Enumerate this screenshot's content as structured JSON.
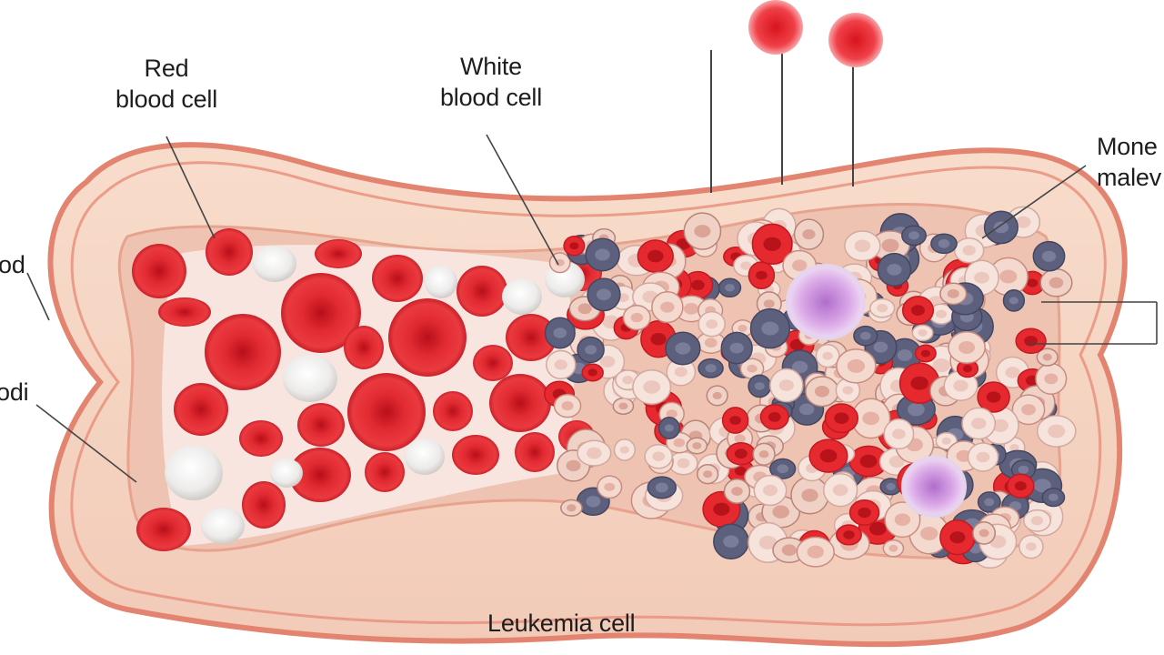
{
  "labels": {
    "red_blood_cell": [
      "Red",
      "blood cell"
    ],
    "white_blood_cell": [
      "White",
      "blood cell"
    ],
    "monocyte": [
      "Mone",
      "malev"
    ],
    "left_top": "od",
    "left_bottom": "odi",
    "leukemia_cell": "Leukemia cell"
  },
  "colors": {
    "bone_outer": "#e88f7a",
    "bone_fill": "#f6d8c7",
    "marrow_fill": "#f3c7b5",
    "red_cell": "#e5262f",
    "red_cell_center": "#c9141f",
    "white_cell": "#f1efee",
    "leukemia_cell": "#c98ad8",
    "dark_cell": "#5a5b78",
    "leader_line": "#444444"
  }
}
